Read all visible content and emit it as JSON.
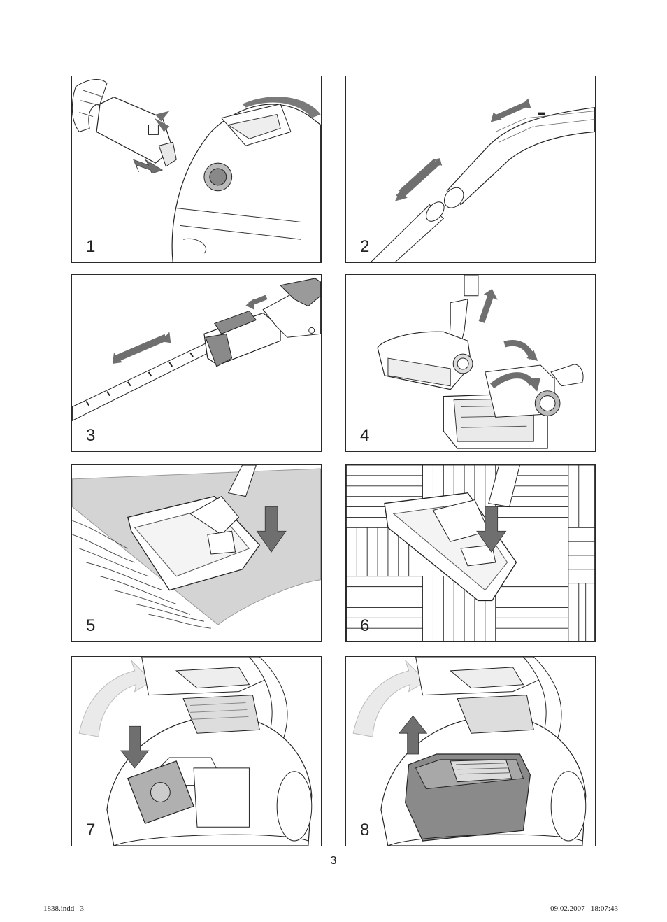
{
  "panels": [
    {
      "number": "1"
    },
    {
      "number": "2"
    },
    {
      "number": "3"
    },
    {
      "number": "4"
    },
    {
      "number": "5"
    },
    {
      "number": "6"
    },
    {
      "number": "7"
    },
    {
      "number": "8"
    }
  ],
  "page_number": "3",
  "slug": {
    "file": "1838.indd   3",
    "timestamp": "09.02.2007   18:07:43"
  },
  "colors": {
    "arrow": "#6f6f6f",
    "arrow_light": "#eaeaea",
    "carpet": "#d4d4d4",
    "device": "#9a9a9a"
  }
}
